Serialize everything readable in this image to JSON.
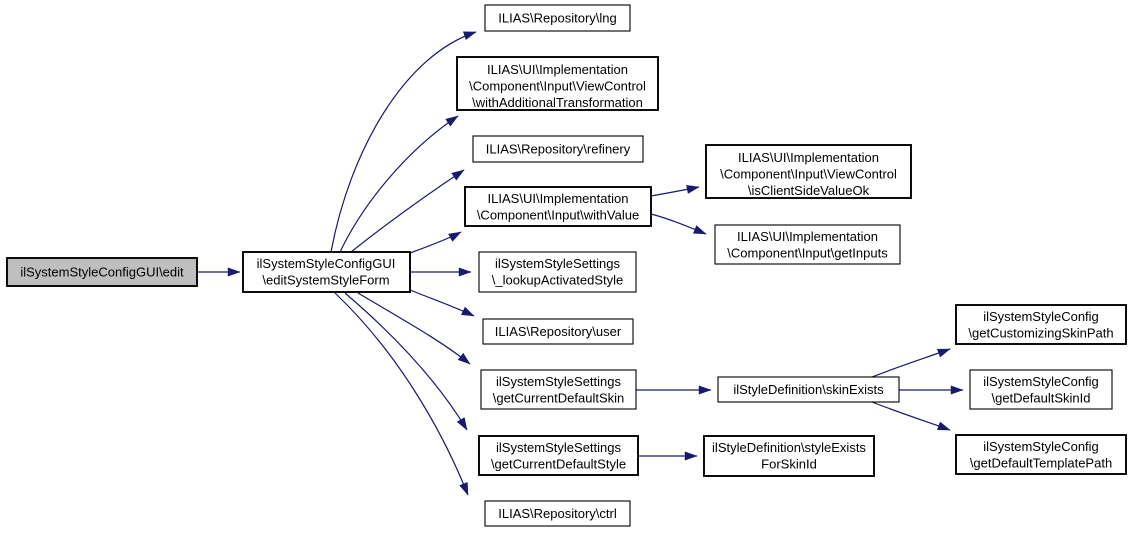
{
  "diagram": {
    "type": "call-graph",
    "colors": {
      "edge": "#191970",
      "node_border": "#000000",
      "node_fill": "#ffffff",
      "highlight_fill": "#bfbfbf",
      "text": "#000000",
      "background": "#ffffff"
    },
    "nodes": {
      "edit": {
        "lines": [
          "ilSystemStyleConfigGUI\\edit"
        ]
      },
      "editSystemStyleForm": {
        "lines": [
          "ilSystemStyleConfigGUI",
          "\\editSystemStyleForm"
        ]
      },
      "lng": {
        "lines": [
          "ILIAS\\Repository\\lng"
        ]
      },
      "withAdditionalTransformation": {
        "lines": [
          "ILIAS\\UI\\Implementation",
          "\\Component\\Input\\ViewControl",
          "\\withAdditionalTransformation"
        ]
      },
      "refinery": {
        "lines": [
          "ILIAS\\Repository\\refinery"
        ]
      },
      "withValue": {
        "lines": [
          "ILIAS\\UI\\Implementation",
          "\\Component\\Input\\withValue"
        ]
      },
      "isClientSideValueOk": {
        "lines": [
          "ILIAS\\UI\\Implementation",
          "\\Component\\Input\\ViewControl",
          "\\isClientSideValueOk"
        ]
      },
      "getInputs": {
        "lines": [
          "ILIAS\\UI\\Implementation",
          "\\Component\\Input\\getInputs"
        ]
      },
      "lookupActivatedStyle": {
        "lines": [
          "ilSystemStyleSettings",
          "\\_lookupActivatedStyle"
        ]
      },
      "user": {
        "lines": [
          "ILIAS\\Repository\\user"
        ]
      },
      "getCurrentDefaultSkin": {
        "lines": [
          "ilSystemStyleSettings",
          "\\getCurrentDefaultSkin"
        ]
      },
      "skinExists": {
        "lines": [
          "ilStyleDefinition\\skinExists"
        ]
      },
      "getCustomizingSkinPath": {
        "lines": [
          "ilSystemStyleConfig",
          "\\getCustomizingSkinPath"
        ]
      },
      "getDefaultSkinId": {
        "lines": [
          "ilSystemStyleConfig",
          "\\getDefaultSkinId"
        ]
      },
      "getDefaultTemplatePath": {
        "lines": [
          "ilSystemStyleConfig",
          "\\getDefaultTemplatePath"
        ]
      },
      "getCurrentDefaultStyle": {
        "lines": [
          "ilSystemStyleSettings",
          "\\getCurrentDefaultStyle"
        ]
      },
      "styleExistsForSkinId": {
        "lines": [
          "ilStyleDefinition\\styleExists",
          "ForSkinId"
        ]
      },
      "ctrl": {
        "lines": [
          "ILIAS\\Repository\\ctrl"
        ]
      }
    },
    "edges": [
      {
        "from": "edit",
        "to": "editSystemStyleForm"
      },
      {
        "from": "editSystemStyleForm",
        "to": "lng"
      },
      {
        "from": "editSystemStyleForm",
        "to": "withAdditionalTransformation"
      },
      {
        "from": "editSystemStyleForm",
        "to": "refinery"
      },
      {
        "from": "editSystemStyleForm",
        "to": "withValue"
      },
      {
        "from": "editSystemStyleForm",
        "to": "lookupActivatedStyle"
      },
      {
        "from": "editSystemStyleForm",
        "to": "user"
      },
      {
        "from": "editSystemStyleForm",
        "to": "getCurrentDefaultSkin"
      },
      {
        "from": "editSystemStyleForm",
        "to": "getCurrentDefaultStyle"
      },
      {
        "from": "editSystemStyleForm",
        "to": "ctrl"
      },
      {
        "from": "withValue",
        "to": "isClientSideValueOk"
      },
      {
        "from": "withValue",
        "to": "getInputs"
      },
      {
        "from": "getCurrentDefaultSkin",
        "to": "skinExists"
      },
      {
        "from": "getCurrentDefaultStyle",
        "to": "styleExistsForSkinId"
      },
      {
        "from": "skinExists",
        "to": "getCustomizingSkinPath"
      },
      {
        "from": "skinExists",
        "to": "getDefaultSkinId"
      },
      {
        "from": "skinExists",
        "to": "getDefaultTemplatePath"
      }
    ]
  }
}
